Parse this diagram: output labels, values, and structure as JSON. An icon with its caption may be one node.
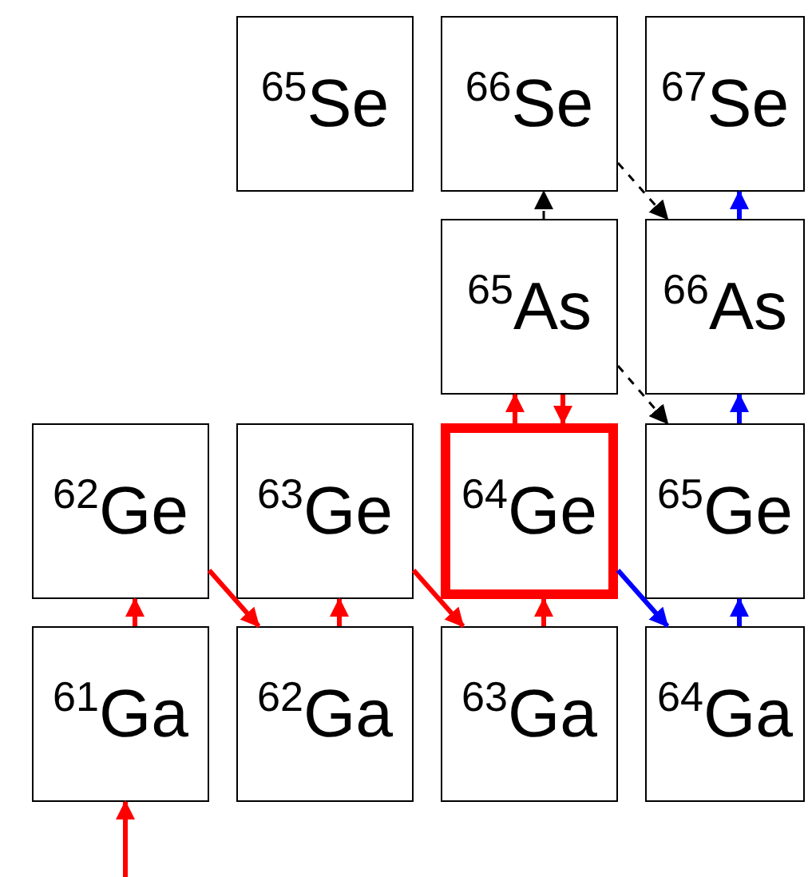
{
  "diagram": {
    "nodes": [
      {
        "text": [
          "$^{65}$Se"
        ]
      },
      {
        "text": [
          "$^{66}$Se"
        ]
      },
      {
        "text": [
          "$^{67}$Se"
        ]
      },
      {
        "text": [
          "$^{65}$As"
        ]
      },
      {
        "text": [
          "$^{66}$As"
        ]
      },
      {
        "text": [
          "$^{62}$Ge"
        ]
      },
      {
        "text": [
          "$^{63}$Ge"
        ]
      },
      {
        "text": [
          "$^{64}$Ge"
        ]
      },
      {
        "text": [
          "$^{65}$Ge"
        ]
      },
      {
        "text": [
          "$^{61}$Ga"
        ]
      },
      {
        "text": [
          "$^{62}$Ga"
        ]
      },
      {
        "text": [
          "$^{63}$Ga"
        ]
      },
      {
        "text": [
          "$^{64}$Ga"
        ]
      }
    ],
    "edges": [
      {
        "from": null,
        "to": 9,
        "arrow": "to"
      },
      {
        "from": 9,
        "to": 5,
        "arrow": "to"
      },
      {
        "from": 5,
        "to": 10,
        "arrow": "to"
      },
      {
        "from": 10,
        "to": 6,
        "arrow": "to"
      },
      {
        "from": 6,
        "to": 11,
        "arrow": "to"
      },
      {
        "from": 11,
        "to": 7,
        "arrow": "to"
      },
      {
        "from": 7,
        "to": 3,
        "arrow": "to"
      },
      {
        "from": 3,
        "to": 7,
        "arrow": "to"
      },
      {
        "from": 7,
        "to": 12,
        "arrow": "to",
        "color": "#0000ff"
      },
      {
        "from": 12,
        "to": 8,
        "arrow": "to",
        "color": "#0000ff"
      },
      {
        "from": 8,
        "to": 4,
        "arrow": "to",
        "color": "#0000ff"
      },
      {
        "from": 4,
        "to": 2,
        "arrow": "to",
        "color": "#0000ff"
      },
      {
        "from": 3,
        "to": 1,
        "arrow": "to",
        "style": "dashed",
        "color": "#000000"
      },
      {
        "from": 1,
        "to": 4,
        "arrow": "to",
        "style": "dashed",
        "color": "#000000"
      },
      {
        "from": 3,
        "to": 8,
        "arrow": "to",
        "style": "dashed",
        "color": "#000000"
      }
    ]
  }
}
